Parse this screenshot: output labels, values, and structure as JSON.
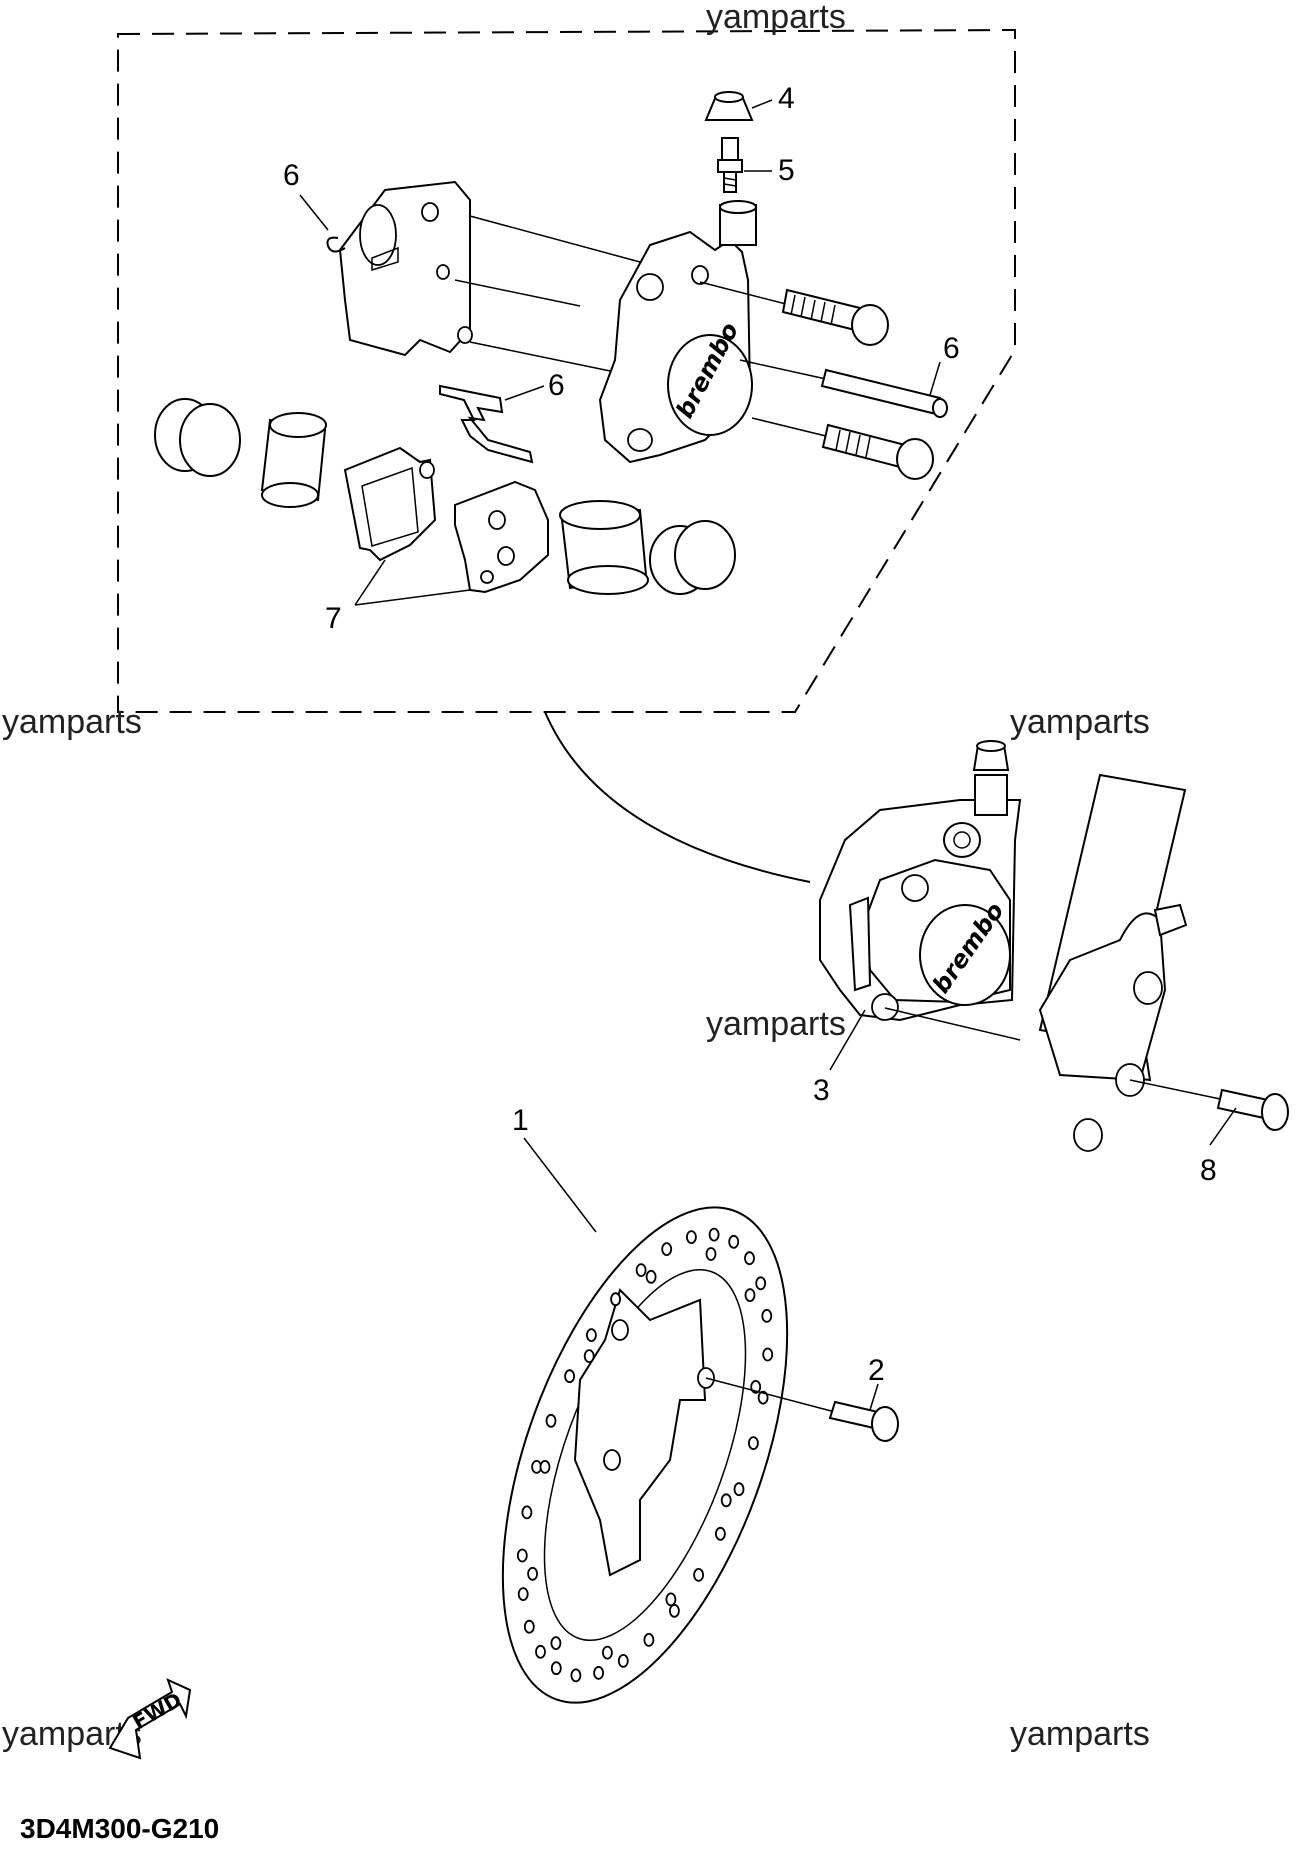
{
  "watermark": "yamparts",
  "diagram_code": "3D4M300-G210",
  "fwd_label": "FWD",
  "brand_label": "brembo",
  "callouts": {
    "c1": "1",
    "c2": "2",
    "c3": "3",
    "c4": "4",
    "c5": "5",
    "c6a": "6",
    "c6b": "6",
    "c6c": "6",
    "c7": "7",
    "c8": "8"
  }
}
